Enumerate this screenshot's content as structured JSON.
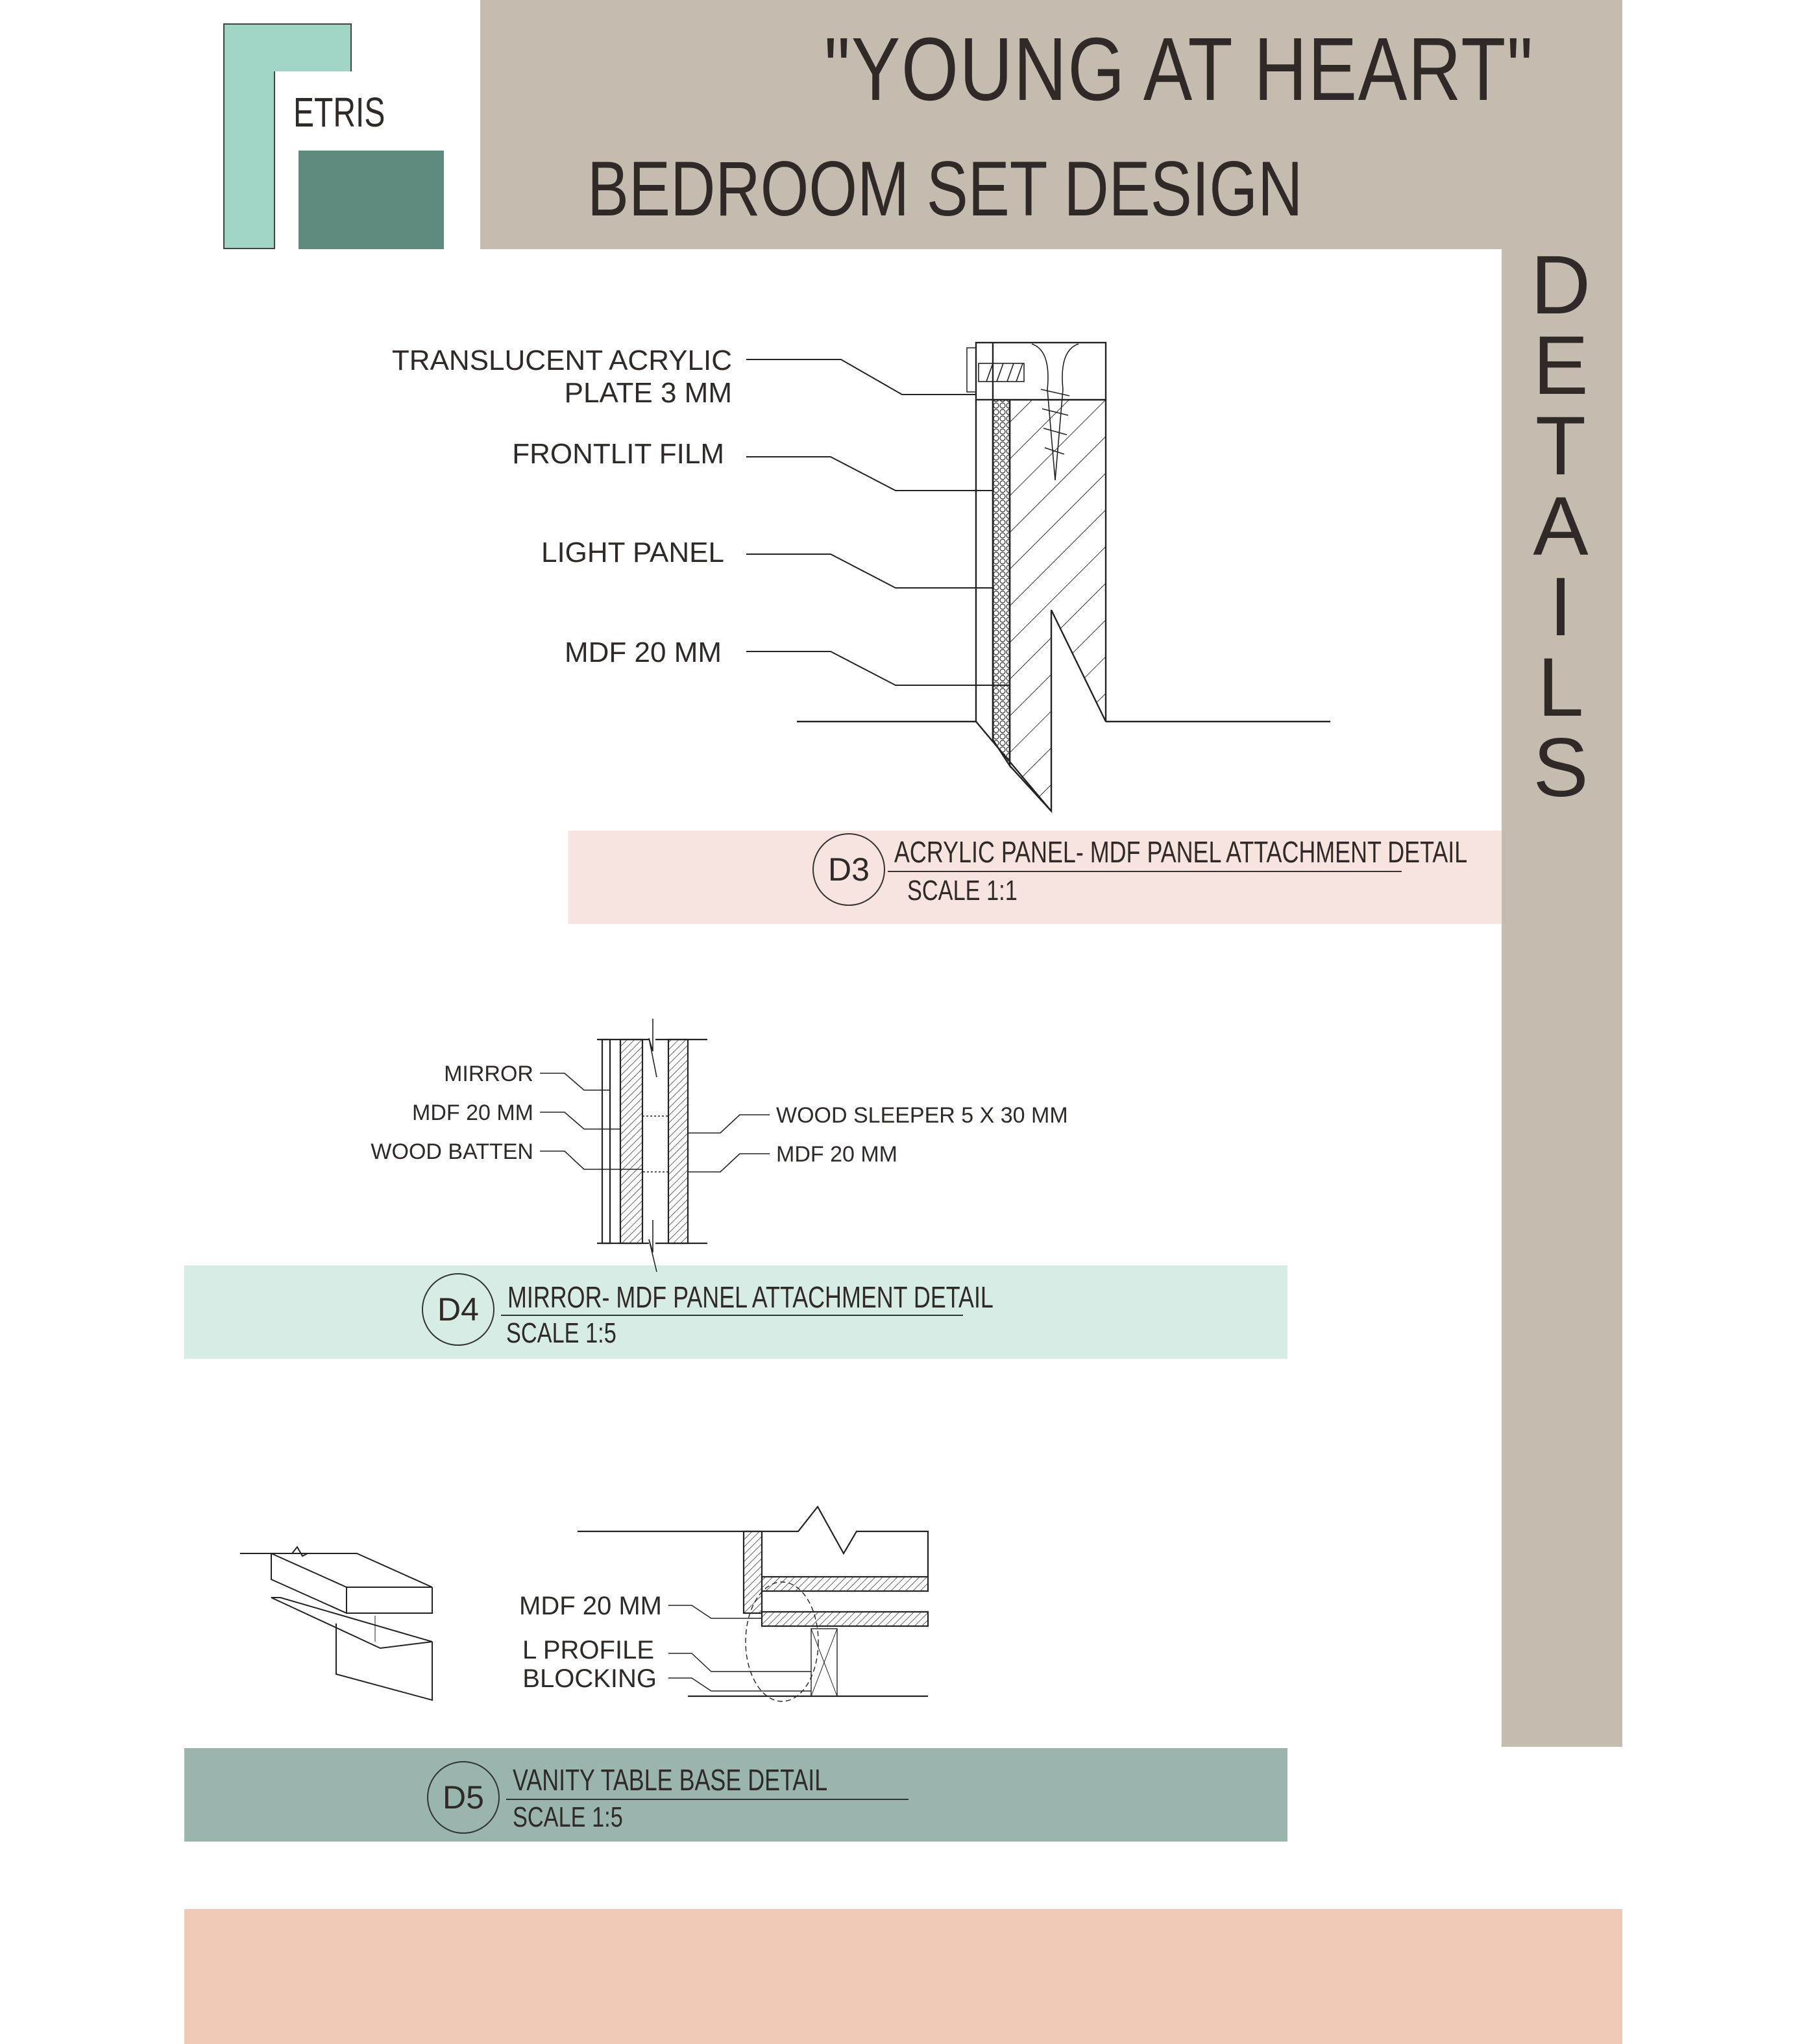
{
  "logo": {
    "text": "ETRIS"
  },
  "header": {
    "title": "\"YOUNG AT HEART\"",
    "subtitle": "BEDROOM SET DESIGN"
  },
  "side_label": {
    "letters": [
      "D",
      "E",
      "T",
      "A",
      "I",
      "L",
      "S"
    ]
  },
  "details": [
    {
      "id": "D3",
      "title": "ACRYLIC PANEL- MDF PANEL ATTACHMENT DETAIL",
      "scale": "SCALE 1:1",
      "labels": [
        "TRANSLUCENT ACRYLIC",
        "PLATE 3 MM",
        "FRONTLIT FILM",
        "LIGHT PANEL",
        "MDF 20 MM"
      ]
    },
    {
      "id": "D4",
      "title": "MIRROR- MDF PANEL ATTACHMENT DETAIL",
      "scale": "SCALE 1:5",
      "labels": [
        "MIRROR",
        "MDF 20 MM",
        "WOOD BATTEN",
        "WOOD SLEEPER 5 X 30 MM",
        "MDF 20 MM"
      ]
    },
    {
      "id": "D5",
      "title": "VANITY TABLE BASE DETAIL",
      "scale": "SCALE 1:5",
      "labels": [
        "MDF 20 MM",
        "L PROFILE",
        "BLOCKING"
      ]
    }
  ],
  "colors": {
    "beige": "#c5bcb0",
    "mint": "#a0d4c4",
    "teal": "#5f8a80",
    "pink": "#f8e4de",
    "pale_mint": "#d8ece6",
    "sage": "#9ab5ae",
    "peach": "#f0c8b6"
  }
}
